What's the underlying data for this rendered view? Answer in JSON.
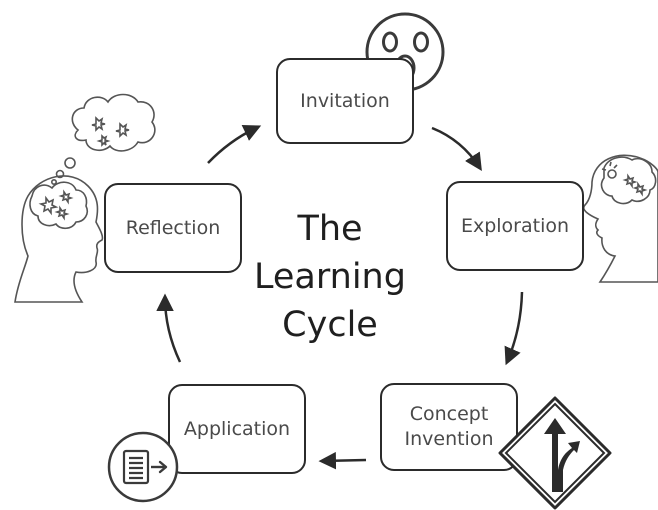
{
  "diagram": {
    "title_lines": [
      "The",
      "Learning",
      "Cycle"
    ],
    "stages": {
      "invitation": "Invitation",
      "exploration": "Exploration",
      "concept_invention_line1": "Concept",
      "concept_invention_line2": "Invention",
      "application": "Application",
      "reflection": "Reflection"
    }
  },
  "colors": {
    "stroke": "#2b2b2b",
    "text": "#4a4a4a",
    "background": "#ffffff"
  },
  "icons": [
    "surprised-face-icon",
    "thinking-head-icon",
    "merge-sign-icon",
    "document-arrow-icon",
    "reflecting-head-icon",
    "thought-bubble-icon"
  ]
}
